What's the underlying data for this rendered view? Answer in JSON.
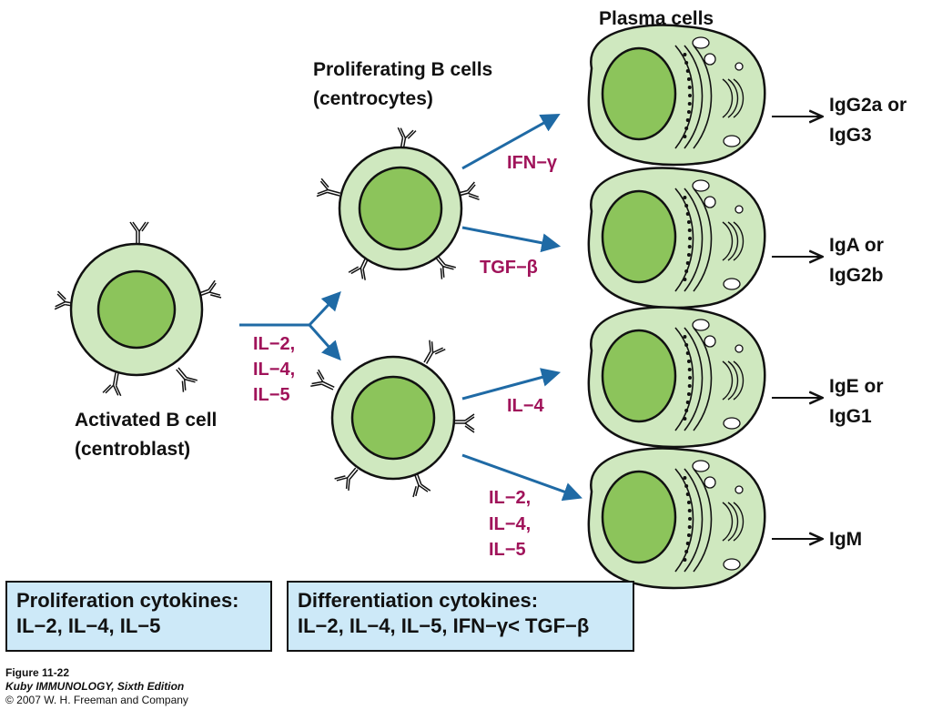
{
  "labels": {
    "plasma_cells": "Plasma cells",
    "proliferating_line1": "Proliferating B cells",
    "proliferating_line2": "(centrocytes)",
    "activated_line1": "Activated B cell",
    "activated_line2": "(centroblast)"
  },
  "cytokines": {
    "split": [
      "IL−2,",
      "IL−4,",
      "IL−5"
    ],
    "ifn": "IFN−γ",
    "tgf": "TGF−β",
    "il4": "IL−4",
    "bottom": [
      "IL−2,",
      "IL−4,",
      "IL−5"
    ]
  },
  "outputs": [
    [
      "IgG2a or",
      "IgG3"
    ],
    [
      "IgA or",
      "IgG2b"
    ],
    [
      "IgE or",
      "IgG1"
    ],
    [
      "IgM"
    ]
  ],
  "boxes": {
    "proliferation_title": "Proliferation cytokines:",
    "proliferation_list": "IL−2, IL−4, IL−5",
    "differentiation_title": "Differentiation cytokines:",
    "differentiation_list": "IL−2, IL−4, IL−5, IFN−γ< TGF−β"
  },
  "caption": {
    "figure": "Figure 11-22",
    "book": "Kuby IMMUNOLOGY, Sixth Edition",
    "copyright": "© 2007 W. H. Freeman and Company"
  },
  "colors": {
    "cell_fill": "#cfe8bf",
    "nucleus_fill": "#8cc45b",
    "arrow": "#1f6aa5",
    "cytokine_text": "#a0135a",
    "box_fill": "#cde9f8"
  }
}
